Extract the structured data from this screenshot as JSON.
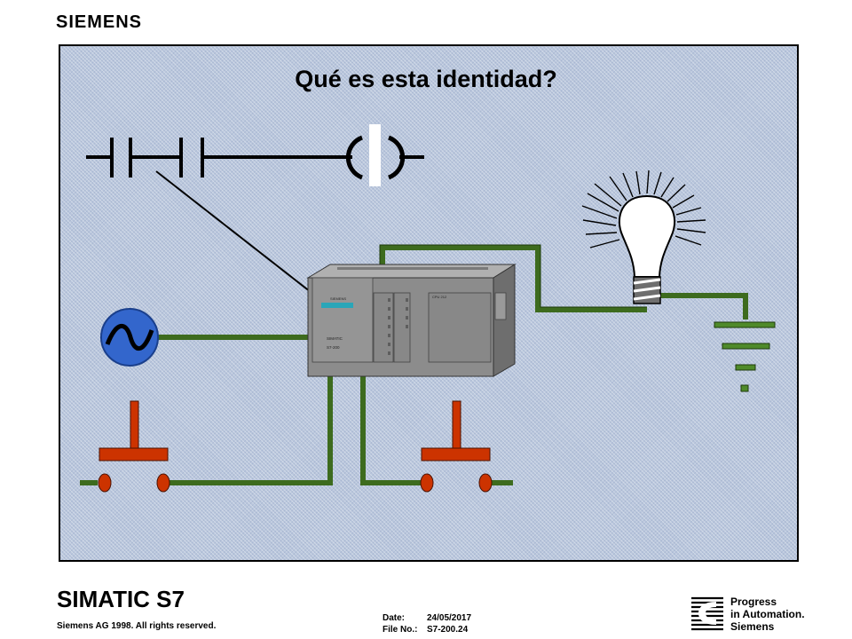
{
  "header": {
    "brand": "SIEMENS"
  },
  "slide": {
    "title": "Qué es esta identidad?"
  },
  "plc": {
    "module_label": "SIEMENS",
    "model_label": "SIMATIC",
    "series_label": "S7-200",
    "cpu_label": "CPU 212"
  },
  "footer": {
    "title": "SIMATIC S7",
    "copyright": "Siemens AG 1998. All rights reserved.",
    "date_label": "Date:",
    "date_value": "24/05/2017",
    "file_label": "File No.:",
    "file_value": "S7-200.24",
    "tagline_line1": "Progress",
    "tagline_line2": "in Automation.",
    "tagline_line3": "Siemens"
  },
  "colors": {
    "background_panel": "#b9c6dc",
    "wire_green": "#3d6b1e",
    "button_red": "#cc3300",
    "source_blue": "#3366cc",
    "plc_gray": "#8c8c8c"
  },
  "icons": [
    "contact-symbol",
    "coil-symbol",
    "ac-source-icon",
    "light-bulb-icon",
    "ground-icon",
    "pushbutton-icon",
    "siemens-logo-icon"
  ]
}
